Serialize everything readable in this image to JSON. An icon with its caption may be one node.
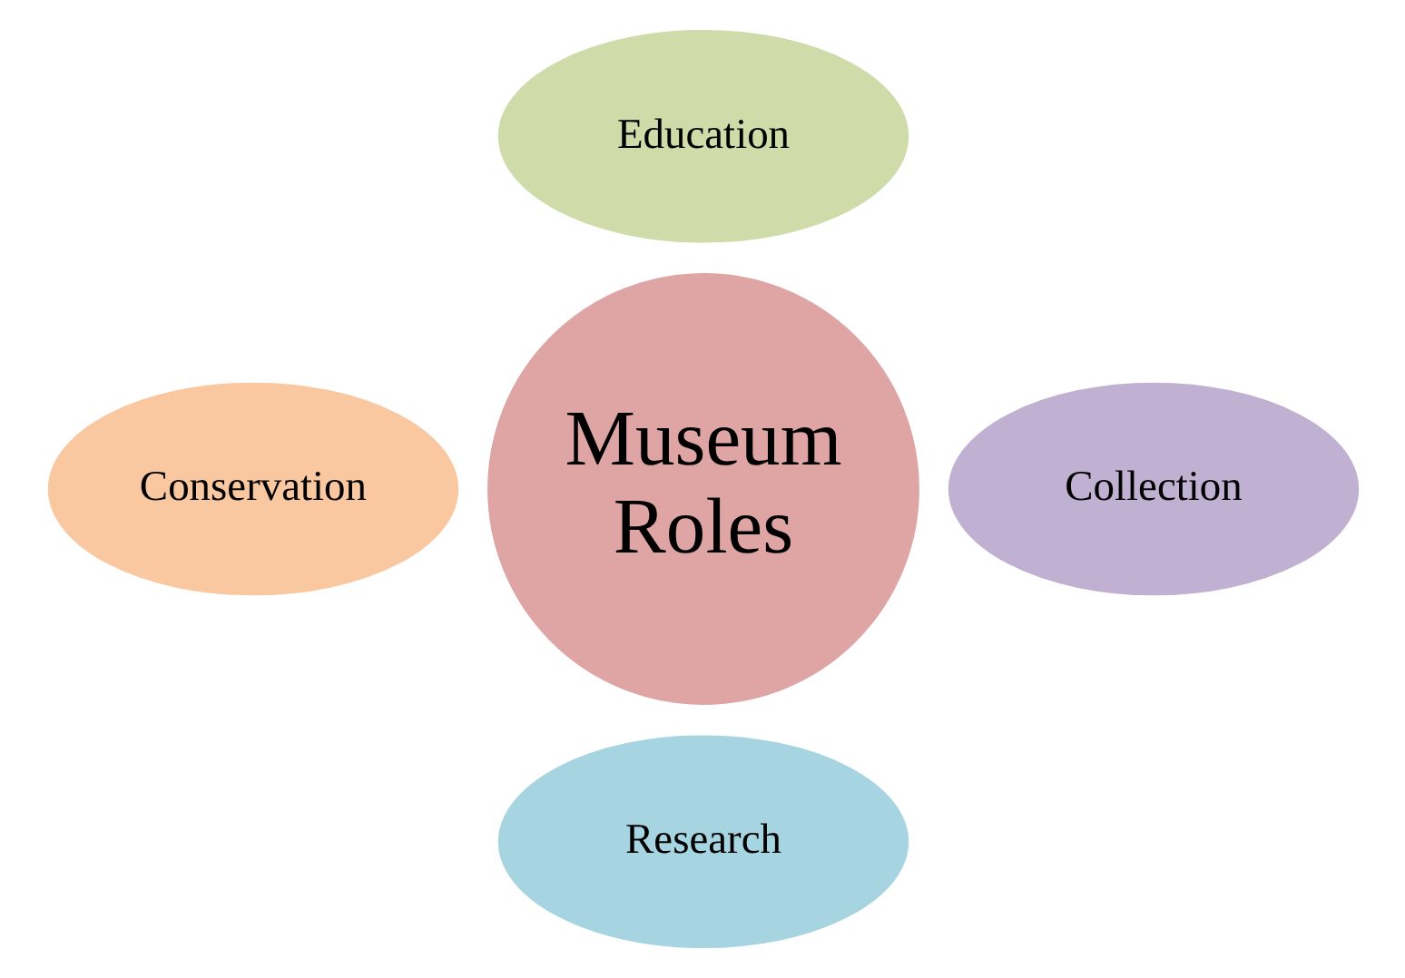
{
  "diagram": {
    "nodes": [
      {
        "text": [
          "Museum Roles"
        ]
      },
      {
        "text": [
          "Education"
        ]
      },
      {
        "text": [
          "Collection"
        ]
      },
      {
        "text": [
          "Research"
        ]
      },
      {
        "text": [
          "Conservation"
        ]
      }
    ]
  }
}
